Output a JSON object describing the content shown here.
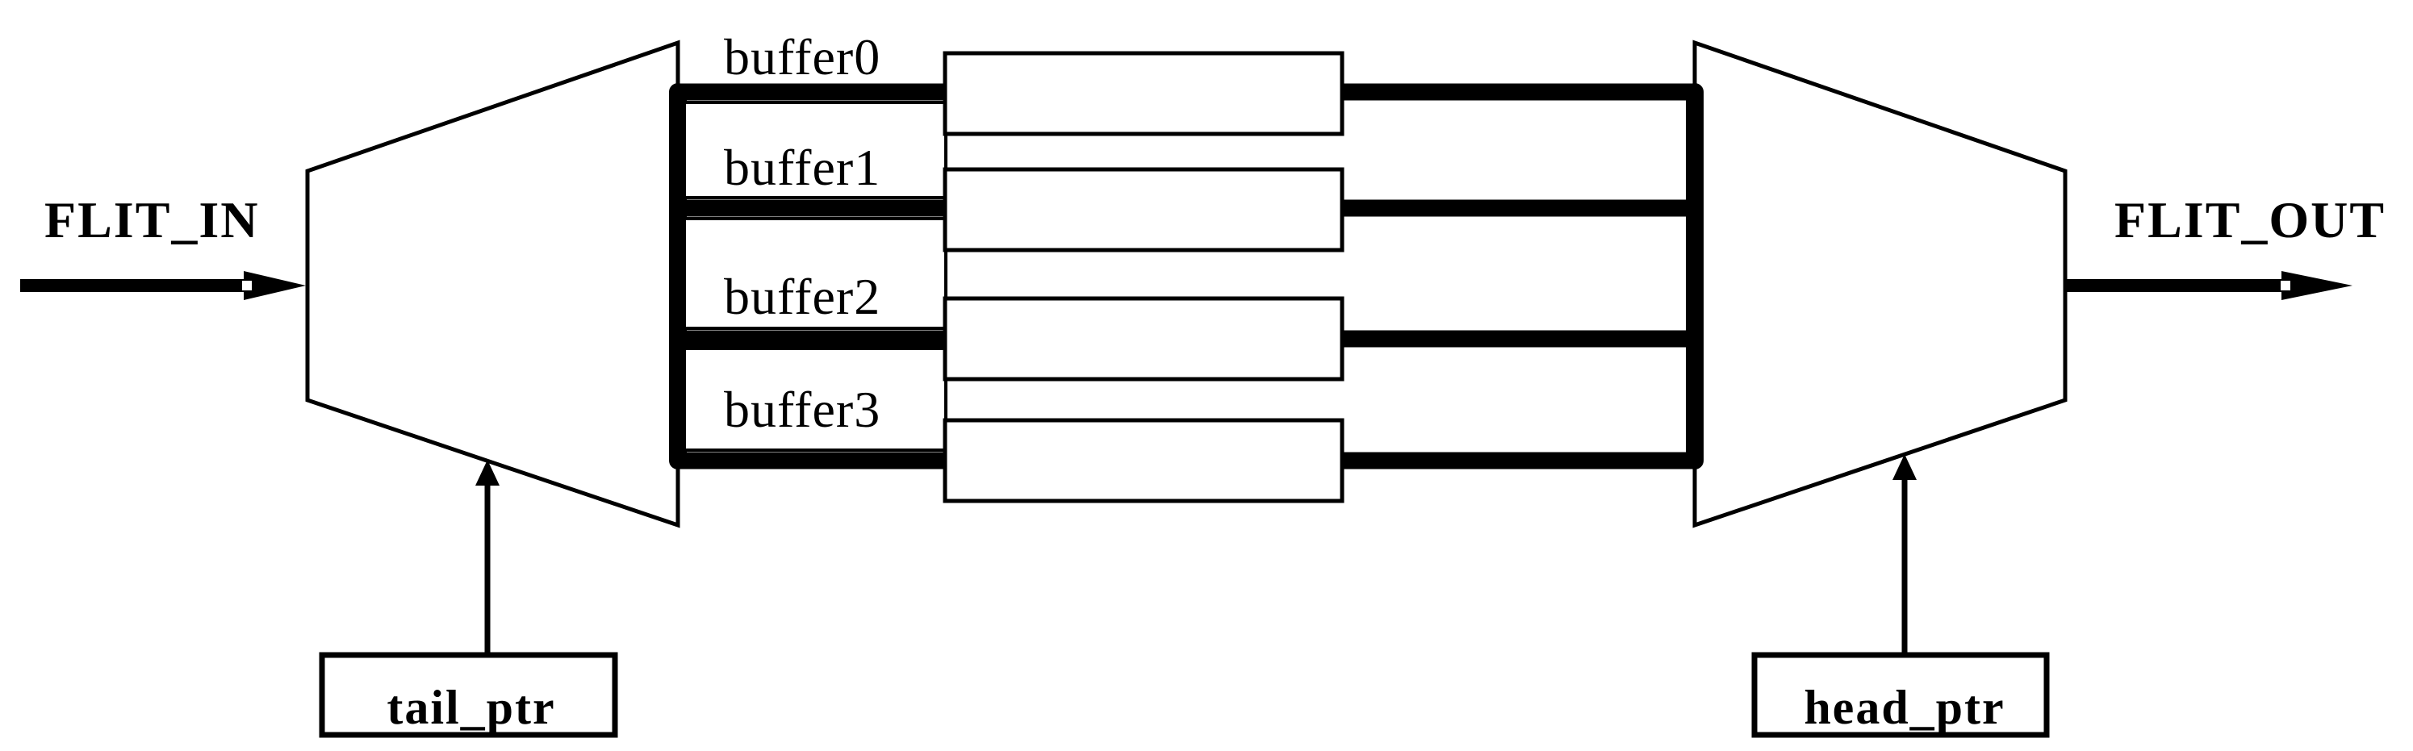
{
  "labels": {
    "flit_in": "FLIT_IN",
    "flit_out": "FLIT_OUT"
  },
  "buffers": [
    "buffer0",
    "buffer1",
    "buffer2",
    "buffer3"
  ],
  "pointers": {
    "tail": "tail_ptr",
    "head": "head_ptr"
  },
  "colors": {
    "ink": "#000000",
    "paper": "#ffffff"
  }
}
